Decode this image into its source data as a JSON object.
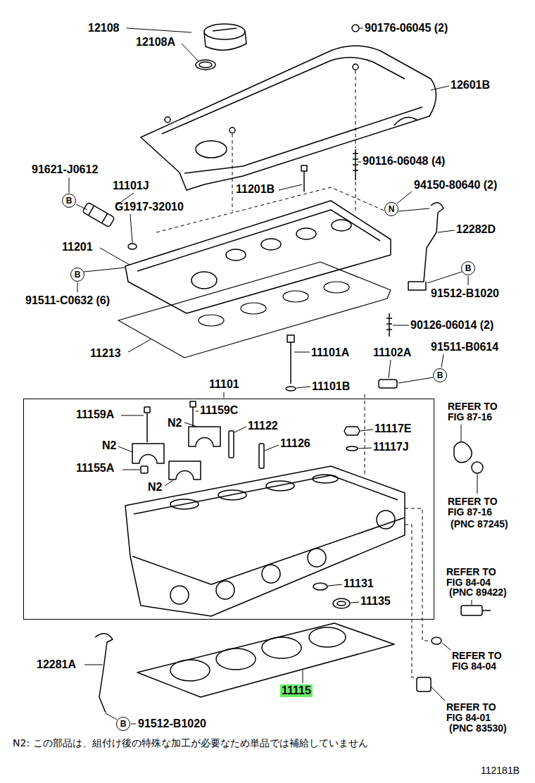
{
  "diagram": {
    "nodes": [
      {
        "text": [
          "B"
        ]
      },
      {
        "text": [
          "N"
        ]
      },
      {
        "text": [
          "B"
        ]
      },
      {
        "text": [
          "B"
        ]
      },
      {
        "text": [
          "B"
        ]
      },
      {
        "text": [
          "11101"
        ]
      },
      {
        "text": [
          "B"
        ]
      }
    ],
    "labels": [
      "12108",
      "12108A",
      "90176-06045 (2)",
      "12601B",
      "91621-J0612",
      "11101J",
      "G1917-32010",
      "11201B",
      "90116-06048 (4)",
      "94150-80640 (2)",
      "12282D",
      "11201",
      "91511-C0632 (6)",
      "91512-B1020",
      "11213",
      "90126-06014 (2)",
      "11101A",
      "11102A",
      "91511-B0614",
      "11101B",
      "11159A",
      "11159C",
      "N2",
      "11122",
      "N2",
      "11117E",
      "11126",
      "11155A",
      "11117J",
      "N2",
      "11131",
      "11135",
      "REFER TO FIG 87-16",
      "REFER TO FIG 87-16",
      "(PNC 87245)",
      "REFER TO FIG 84-04",
      "(PNC 89422)",
      "REFER TO FIG 84-04",
      "REFER TO FIG 84-01",
      "(PNC 83530)",
      "12281A",
      "91512-B1020",
      "11115",
      "N2: この部品は、組付け後の特殊な加工が必要なため単品では補給していません",
      "112181B"
    ]
  }
}
